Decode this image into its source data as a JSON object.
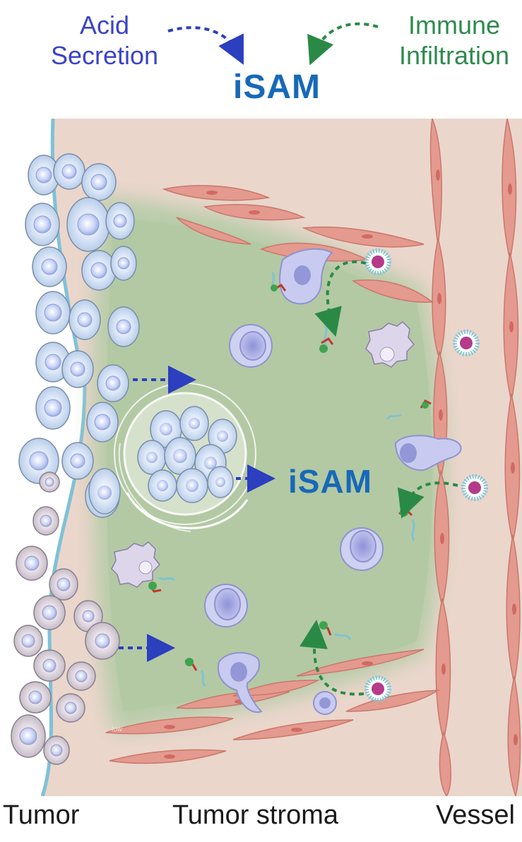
{
  "header": {
    "acid_line1": "Acid",
    "acid_line2": "Secretion",
    "immune_line1": "Immune",
    "immune_line2": "Infiltration",
    "isam_top": "iSAM"
  },
  "diagram": {
    "isam_center": "iSAM",
    "small_tag": "low"
  },
  "footer": {
    "tumor": "Tumor",
    "stroma": "Tumor stroma",
    "vessel": "Vessel"
  },
  "colors": {
    "acid_blue": "#3b43c8",
    "immune_green": "#2f8a4f",
    "isam_blue": "#1769b8",
    "stroma_bg": "#ebd6cc",
    "green_region": "#b6ccaa",
    "endothelial": "#e59a90",
    "tumor_cell": "#c2d6ee",
    "membrane": "#7fbfd8"
  },
  "icons": [
    "dashed-arrow-icon",
    "tumor-cell-icon",
    "endothelial-cell-icon",
    "immune-cell-icon",
    "antibody-icon",
    "spheroid-icon"
  ]
}
